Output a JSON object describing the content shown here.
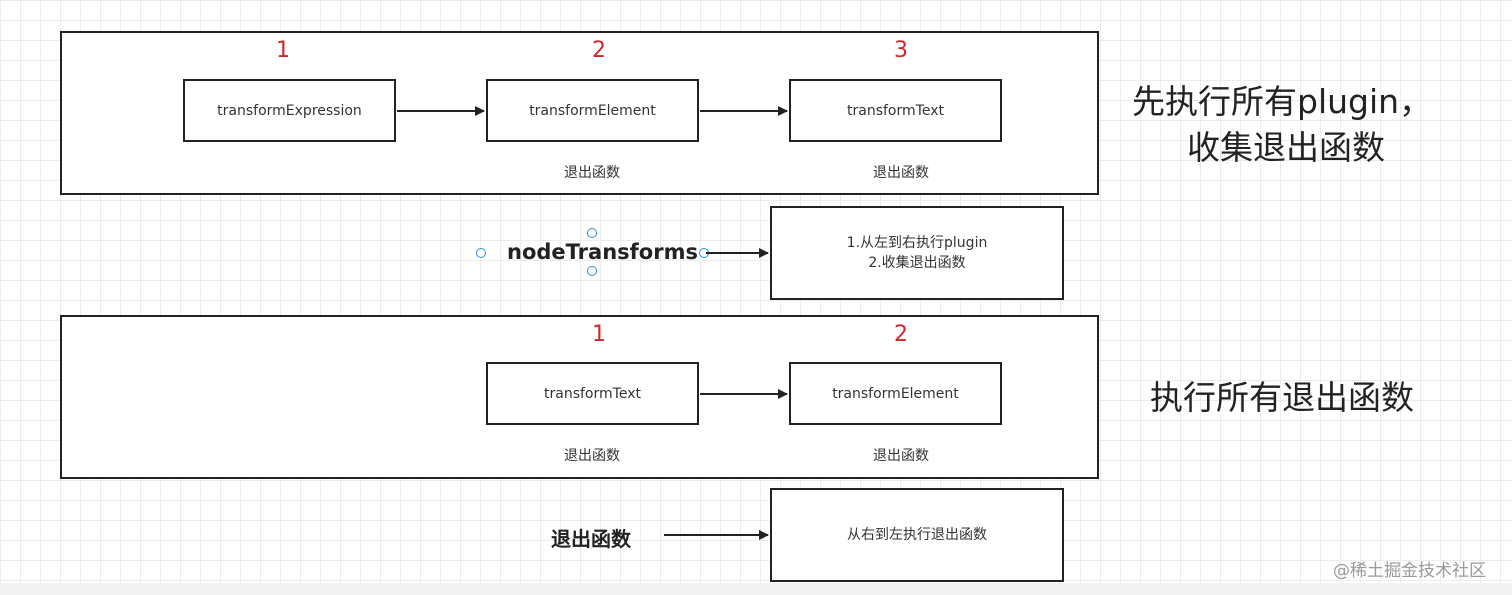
{
  "top_section": {
    "numbers": [
      "1",
      "2",
      "3"
    ],
    "nodes": [
      "transformExpression",
      "transformElement",
      "transformText"
    ],
    "exit_labels": [
      "退出函数",
      "退出函数"
    ],
    "side_text_line1": "先执行所有plugin，",
    "side_text_line2": "收集退出函数"
  },
  "middle_1": {
    "label": "nodeTransforms",
    "note_line1": "1.从左到右执行plugin",
    "note_line2": "2.收集退出函数"
  },
  "bottom_section": {
    "numbers": [
      "1",
      "2"
    ],
    "nodes": [
      "transformText",
      "transformElement"
    ],
    "exit_labels": [
      "退出函数",
      "退出函数"
    ],
    "side_text": "执行所有退出函数"
  },
  "middle_2": {
    "label": "退出函数",
    "note": "从右到左执行退出函数"
  },
  "watermark": "@稀土掘金技术社区",
  "colors": {
    "number": "#d0262b",
    "selection_handle": "#2f8ee0",
    "stroke": "#222222"
  }
}
